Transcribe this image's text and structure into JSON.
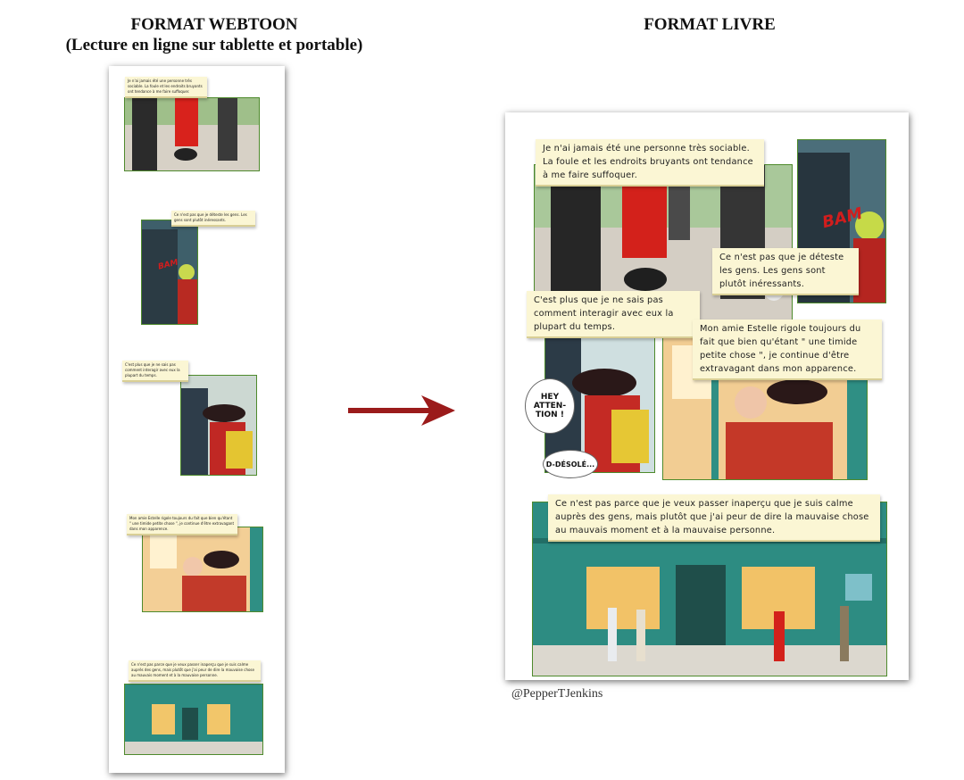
{
  "left_heading": {
    "line1": "FORMAT WEBTOON",
    "line2": "(Lecture en ligne sur tablette et portable)"
  },
  "right_heading": "FORMAT LIVRE",
  "credit": "@PepperTJenkins",
  "arrow_color": "#9b1b1b",
  "captions": {
    "c1": "Je n'ai jamais été une personne très sociable. La foule et les endroits bruyants ont tendance à me faire suffoquer.",
    "c2": "Ce n'est pas que je déteste les gens. Les gens sont plutôt inéressants.",
    "c3": "C'est plus que je ne sais pas comment interagir avec eux la plupart du temps.",
    "c4": "Mon amie Estelle rigole toujours du fait que bien qu'étant \" une timide petite chose \", je continue d'être extravagant dans mon apparence.",
    "c5": "Ce n'est pas parce que je veux passer inaperçu que je suis calme auprès des gens, mais plutôt que j'ai peur de dire la mauvaise chose au mauvais moment et à la mauvaise personne."
  },
  "bubbles": {
    "hey": "HEY\nATTEN-\nTION !",
    "sorry": "D-DÉSOLÉ..."
  },
  "sfx": {
    "bam": "BAM"
  }
}
